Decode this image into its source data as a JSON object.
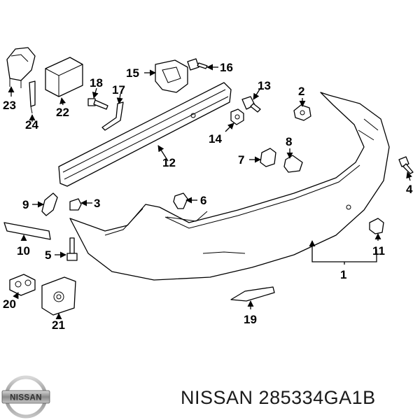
{
  "caption": {
    "brand": "NISSAN",
    "part_number": "285334GA1B"
  },
  "logo": {
    "text": "NISSAN",
    "icon": "nissan-logo-icon"
  },
  "callouts": [
    {
      "id": "c1",
      "label": "1"
    },
    {
      "id": "c2",
      "label": "2"
    },
    {
      "id": "c3",
      "label": "3"
    },
    {
      "id": "c4",
      "label": "4"
    },
    {
      "id": "c5",
      "label": "5"
    },
    {
      "id": "c6",
      "label": "6"
    },
    {
      "id": "c7",
      "label": "7"
    },
    {
      "id": "c8",
      "label": "8"
    },
    {
      "id": "c9",
      "label": "9"
    },
    {
      "id": "c10",
      "label": "10"
    },
    {
      "id": "c11",
      "label": "11"
    },
    {
      "id": "c12",
      "label": "12"
    },
    {
      "id": "c13",
      "label": "13"
    },
    {
      "id": "c14",
      "label": "14"
    },
    {
      "id": "c15",
      "label": "15"
    },
    {
      "id": "c16",
      "label": "16"
    },
    {
      "id": "c17",
      "label": "17"
    },
    {
      "id": "c18",
      "label": "18"
    },
    {
      "id": "c19",
      "label": "19"
    },
    {
      "id": "c20",
      "label": "20"
    },
    {
      "id": "c21",
      "label": "21"
    },
    {
      "id": "c22",
      "label": "22"
    },
    {
      "id": "c23",
      "label": "23"
    },
    {
      "id": "c24",
      "label": "24"
    }
  ]
}
